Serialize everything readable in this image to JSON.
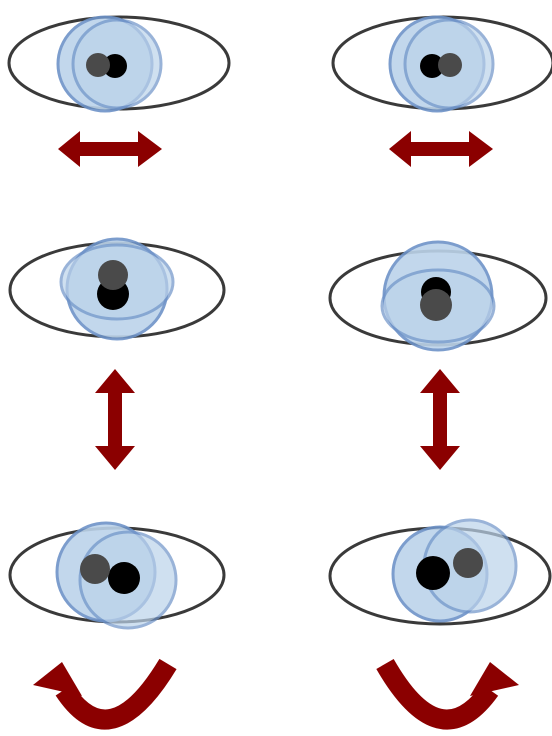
{
  "colors": {
    "background": "#ffffff",
    "eye_outline": "#3a3a3a",
    "iris_fill": "#bcd3ea",
    "iris_stroke": "#6e93c8",
    "pupil_black": "#000000",
    "pupil_gray": "#4a4a4a",
    "arrow_red": "#8b0000"
  },
  "panels": [
    {
      "id": "horizontal-left",
      "movement": "horizontal",
      "arrow_icon": "horizontal-double-arrow-icon"
    },
    {
      "id": "horizontal-right",
      "movement": "horizontal",
      "arrow_icon": "horizontal-double-arrow-icon"
    },
    {
      "id": "vertical-left",
      "movement": "vertical",
      "arrow_icon": "vertical-double-arrow-icon"
    },
    {
      "id": "vertical-right",
      "movement": "vertical",
      "arrow_icon": "vertical-double-arrow-icon"
    },
    {
      "id": "torsional-left",
      "movement": "torsional",
      "arrow_icon": "curved-arrow-counterclockwise-icon"
    },
    {
      "id": "torsional-right",
      "movement": "torsional",
      "arrow_icon": "curved-arrow-clockwise-icon"
    }
  ]
}
